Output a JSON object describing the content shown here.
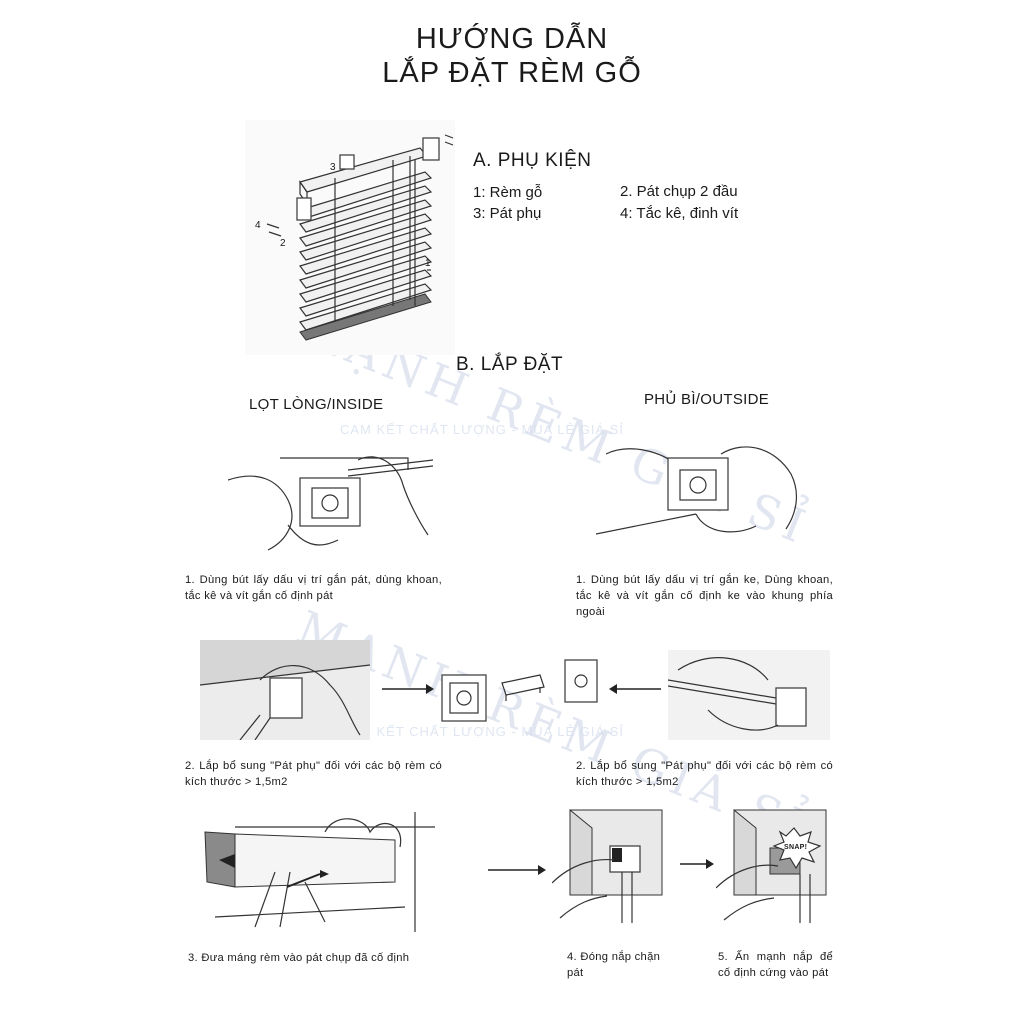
{
  "header": {
    "line1": "HƯỚNG DẪN",
    "line2": "LẮP ĐẶT RÈM GỖ"
  },
  "section_a": {
    "title": "A. PHỤ KIỆN",
    "items": [
      "1: Rèm gỗ",
      "2. Pát chụp 2 đầu",
      "3: Pát phụ",
      "4: Tắc kê, đinh vít"
    ],
    "diagram_labels": [
      "1",
      "2",
      "3",
      "4"
    ]
  },
  "section_b": {
    "title": "B. LẮP ĐẶT",
    "inside_label": "LỌT LÒNG/INSIDE",
    "outside_label": "PHỦ BÌ/OUTSIDE"
  },
  "steps": {
    "inside_1": "1. Dùng bút lấy dấu vị trí gắn pát, dùng khoan, tắc kê và vít gắn cố định pát",
    "outside_1": "1. Dùng bút lấy dấu vị trí gắn ke, Dùng khoan, tắc kê và vít gắn cố định ke vào khung phía ngoài",
    "inside_2": "2. Lắp bổ sung \"Pát phụ\" đối với các bộ rèm có kích thước > 1,5m2",
    "outside_2": "2. Lắp bổ sung \"Pát phụ\" đối với các bộ rèm có kích thước > 1,5m2",
    "step_3": "3. Đưa máng rèm vào pát chụp đã cố định",
    "step_4": "4. Đóng nắp chặn pát",
    "step_5": "5. Ấn mạnh nắp để cố định cứng vào pát",
    "snap": "SNAP!"
  },
  "watermark": {
    "brand": "MẠNH RÈM GIÁ SỈ",
    "slogan": "CAM KẾT CHẤT LƯỢNG - MUA LẺ GIÁ SỈ"
  }
}
